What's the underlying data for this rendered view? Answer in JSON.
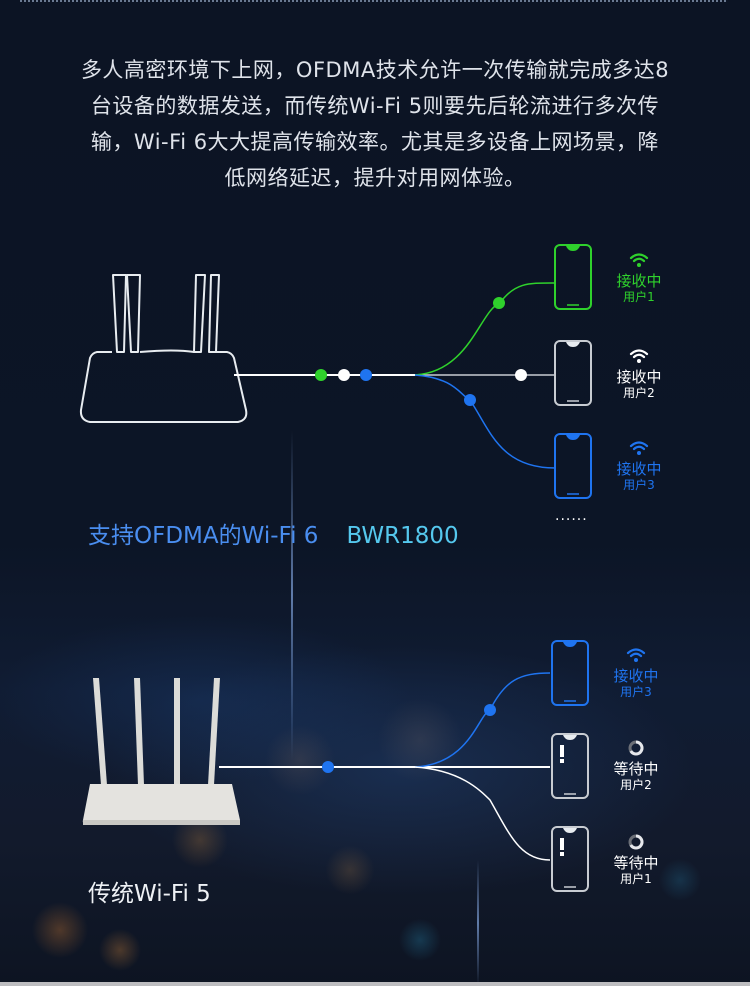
{
  "intro": {
    "lines": [
      "多人高密环境下上网，OFDMA技术允许一次传输就完成多达8",
      "台设备的数据发送，而传统Wi-Fi 5则要先后轮流进行多次传",
      "输，Wi-Fi 6大大提高传输效率。尤其是多设备上网场景，降",
      "低网络延迟，提升对用网体验。"
    ]
  },
  "colors": {
    "green": "#2fd12c",
    "blue": "#1f74f0",
    "white": "#ffffff",
    "grey": "#c8ccd2",
    "wifi6_label": "#4a8ef0",
    "model_label": "#55c8ee"
  },
  "wifi6": {
    "label": "支持OFDMA的Wi-Fi 6",
    "model": "BWR1800",
    "more": "······",
    "devices": [
      {
        "state": "接收中",
        "user": "用户1",
        "icon": "wifi-icon",
        "color": "green"
      },
      {
        "state": "接收中",
        "user": "用户2",
        "icon": "wifi-icon",
        "color": "white"
      },
      {
        "state": "接收中",
        "user": "用户3",
        "icon": "wifi-icon",
        "color": "blue"
      }
    ]
  },
  "wifi5": {
    "label": "传统Wi-Fi 5",
    "devices": [
      {
        "state": "接收中",
        "user": "用户3",
        "icon": "wifi-icon",
        "color": "blue"
      },
      {
        "state": "等待中",
        "user": "用户2",
        "icon": "loading-ring-icon",
        "color": "white"
      },
      {
        "state": "等待中",
        "user": "用户1",
        "icon": "loading-ring-icon",
        "color": "white"
      }
    ]
  }
}
